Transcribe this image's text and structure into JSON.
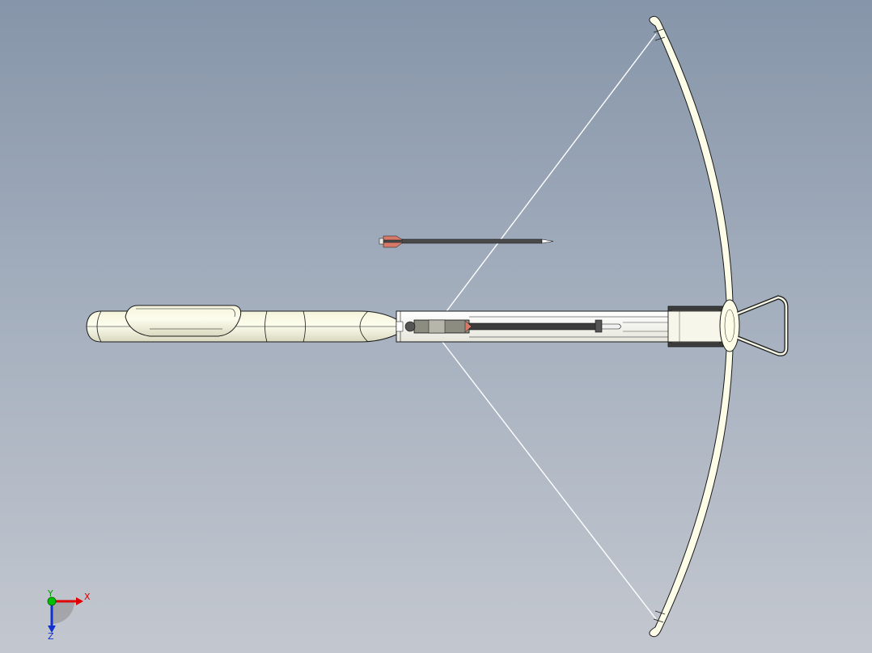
{
  "viewport": {
    "background_top": "#8695a9",
    "background_bottom": "#c3c7cf",
    "model_fill": "#fdfde8",
    "outline_color": "#1a1a1a"
  },
  "triad": {
    "x_label": "X",
    "y_label": "Y",
    "z_label": "Z",
    "x_color": "#e00000",
    "y_color": "#00b000",
    "z_color": "#1030d0"
  },
  "model": {
    "parts": [
      "stock",
      "grip",
      "rail",
      "bolt",
      "bow-limb",
      "string",
      "stirrup",
      "arrow"
    ],
    "arrow_fletching_color": "#d87a6a",
    "arrow_shaft_color": "#4a4a4a"
  }
}
